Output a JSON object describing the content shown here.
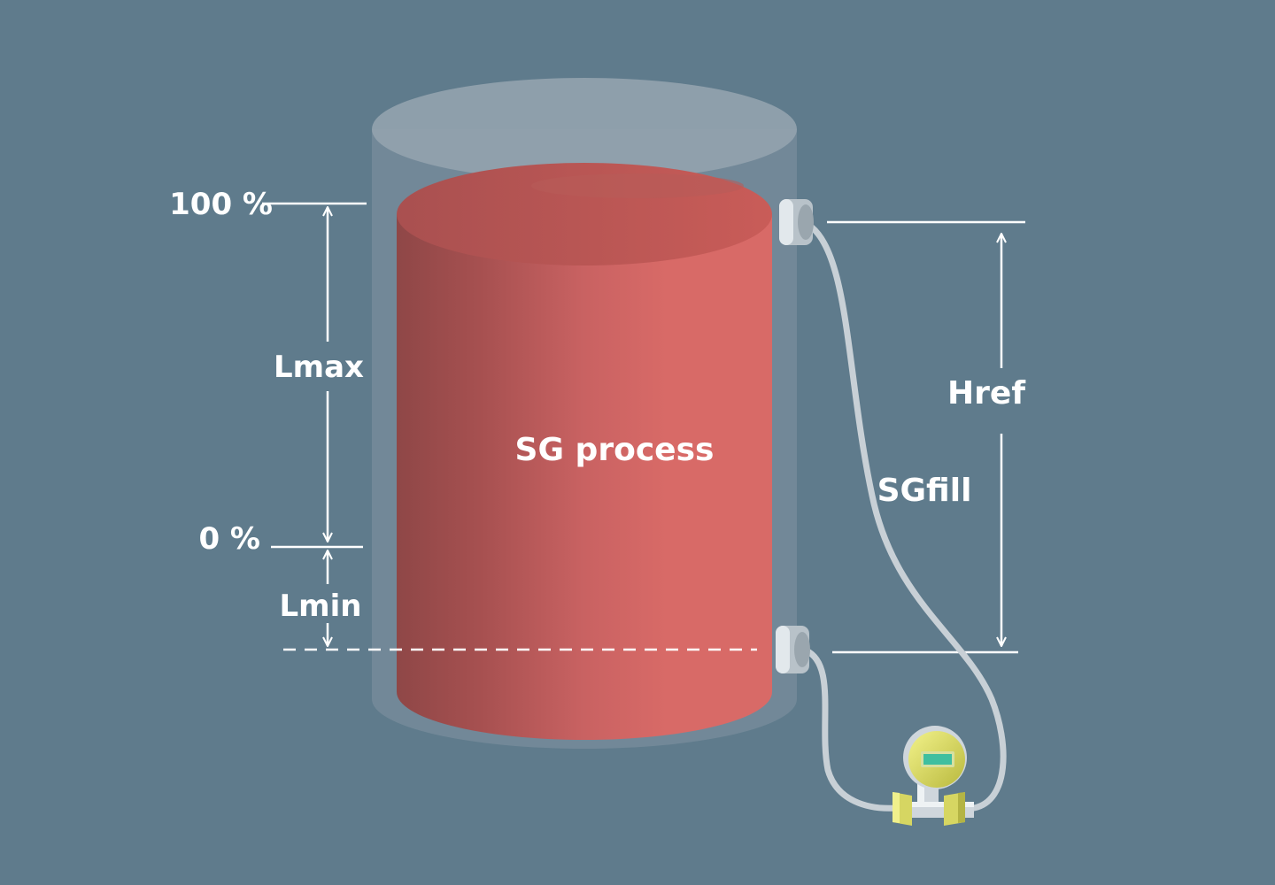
{
  "colors": {
    "background": "#5f7b8c",
    "tank_shell": "#8a9aa6",
    "process_liquid": "#d86a67",
    "process_liquid_dark": "#9e4c4c",
    "annotation": "#ffffff",
    "transmitter_head": "#e2e26a",
    "transmitter_display": "#3fbf9f"
  },
  "labels": {
    "level_100": "100 %",
    "level_0": "0 %",
    "lmax": "Lmax",
    "lmin": "Lmin",
    "href": "Href",
    "process": "SG process",
    "fill": "SGfill"
  },
  "icons": {
    "upper_port": "flange-connector-icon",
    "lower_port": "flange-connector-icon",
    "transmitter": "differential-pressure-transmitter-icon"
  }
}
